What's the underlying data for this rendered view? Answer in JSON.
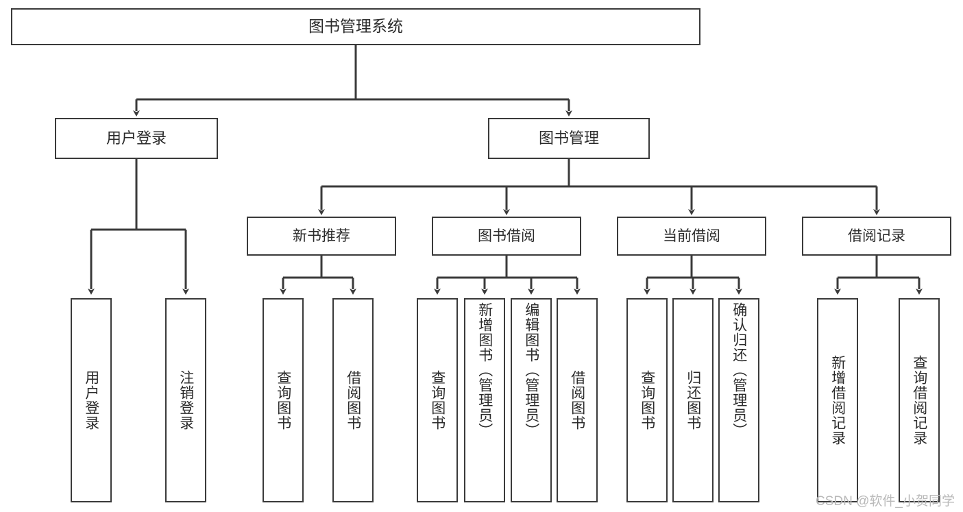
{
  "diagram": {
    "type": "tree",
    "title": "图书管理系统",
    "colors": {
      "stroke": "#3a3a3a",
      "fill": "#ffffff",
      "text": "#2b2b2b",
      "watermark": "#b9b9b9"
    },
    "nodes": {
      "root": {
        "label": "图书管理系统"
      },
      "level1": [
        {
          "label": "用户登录"
        },
        {
          "label": "图书管理"
        }
      ],
      "level2": [
        {
          "label": "新书推荐"
        },
        {
          "label": "图书借阅"
        },
        {
          "label": "当前借阅"
        },
        {
          "label": "借阅记录"
        }
      ],
      "leaves": {
        "user_login": [
          {
            "label": "用户登录"
          },
          {
            "label": "注销登录"
          }
        ],
        "new_book_recommend": [
          {
            "label": "查询图书"
          },
          {
            "label": "借阅图书"
          }
        ],
        "book_borrow": [
          {
            "label": "查询图书"
          },
          {
            "label": "新增图书（管理员）"
          },
          {
            "label": "编辑图书（管理员）"
          },
          {
            "label": "借阅图书"
          }
        ],
        "current_borrow": [
          {
            "label": "查询图书"
          },
          {
            "label": "归还图书"
          },
          {
            "label": "确认归还（管理员）"
          }
        ],
        "borrow_record": [
          {
            "label": "新增借阅记录"
          },
          {
            "label": "查询借阅记录"
          }
        ]
      }
    },
    "watermark": "CSDN @软件_小贺同学"
  }
}
